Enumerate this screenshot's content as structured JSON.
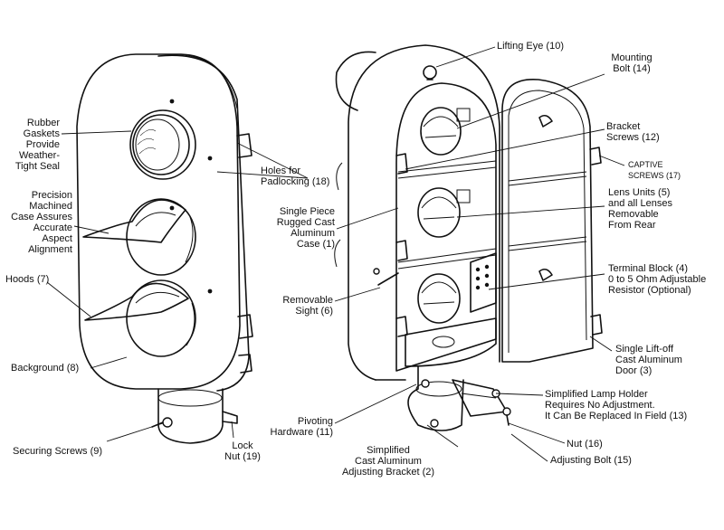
{
  "labels": {
    "lifting_eye": "Lifting Eye (10)",
    "mounting_bolt": "Mounting\nBolt (14)",
    "bracket_screws": "Bracket\nScrews (12)",
    "captive_screws": "CAPTIVE\nSCREWS (17)",
    "lens_units": "Lens Units (5)\nand all Lenses\nRemovable\nFrom Rear",
    "terminal_block": "Terminal Block (4)\n0 to 5 Ohm Adjustable\nResistor (Optional)",
    "lift_off_door": "Single Lift-off\nCast Aluminum\nDoor (3)",
    "lamp_holder": "Simplified Lamp Holder\nRequires No Adjustment.\nIt Can Be Replaced In Field (13)",
    "nut": "Nut (16)",
    "adjusting_bolt": "Adjusting Bolt (15)",
    "adjusting_bracket": "Simplified\nCast Aluminum\nAdjusting Bracket (2)",
    "pivoting_hardware": "Pivoting\nHardware (11)",
    "removable_sight": "Removable\nSight (6)",
    "aluminum_case": "Single Piece\nRugged Cast\nAluminum\nCase (1)",
    "padlocking_holes": "Holes for\nPadlocking (18)",
    "rubber_gaskets": "Rubber\nGaskets\nProvide\nWeather-\nTight Seal",
    "precision_case": "Precision\nMachined\nCase Assures\nAccurate\nAspect\nAlignment",
    "hoods": "Hoods (7)",
    "background": "Background (8)",
    "securing_screws": "Securing Screws (9)",
    "lock_nut": "Lock\nNut (19)"
  }
}
